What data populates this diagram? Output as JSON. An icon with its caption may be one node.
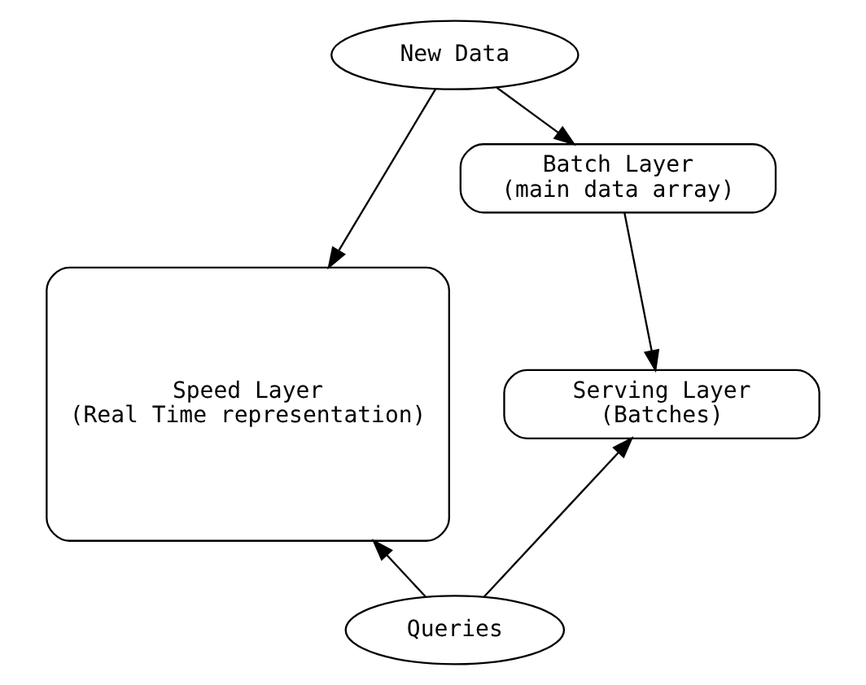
{
  "diagram": {
    "nodes": [
      {
        "text": [
          "New Data"
        ]
      },
      {
        "text": [
          "Speed Layer",
          "(Real Time representation)"
        ]
      },
      {
        "text": [
          "Batch Layer",
          "(main data array)"
        ]
      },
      {
        "text": [
          "Serving Layer",
          "(Batches)"
        ]
      },
      {
        "text": [
          "Queries"
        ]
      }
    ],
    "edges": [
      {
        "from": 0,
        "to": 1,
        "arrow": "to"
      },
      {
        "from": 0,
        "to": 2,
        "arrow": "to"
      },
      {
        "from": 2,
        "to": 3,
        "arrow": "to"
      },
      {
        "from": 4,
        "to": 1,
        "arrow": "to"
      },
      {
        "from": 4,
        "to": 3,
        "arrow": "to"
      }
    ]
  }
}
